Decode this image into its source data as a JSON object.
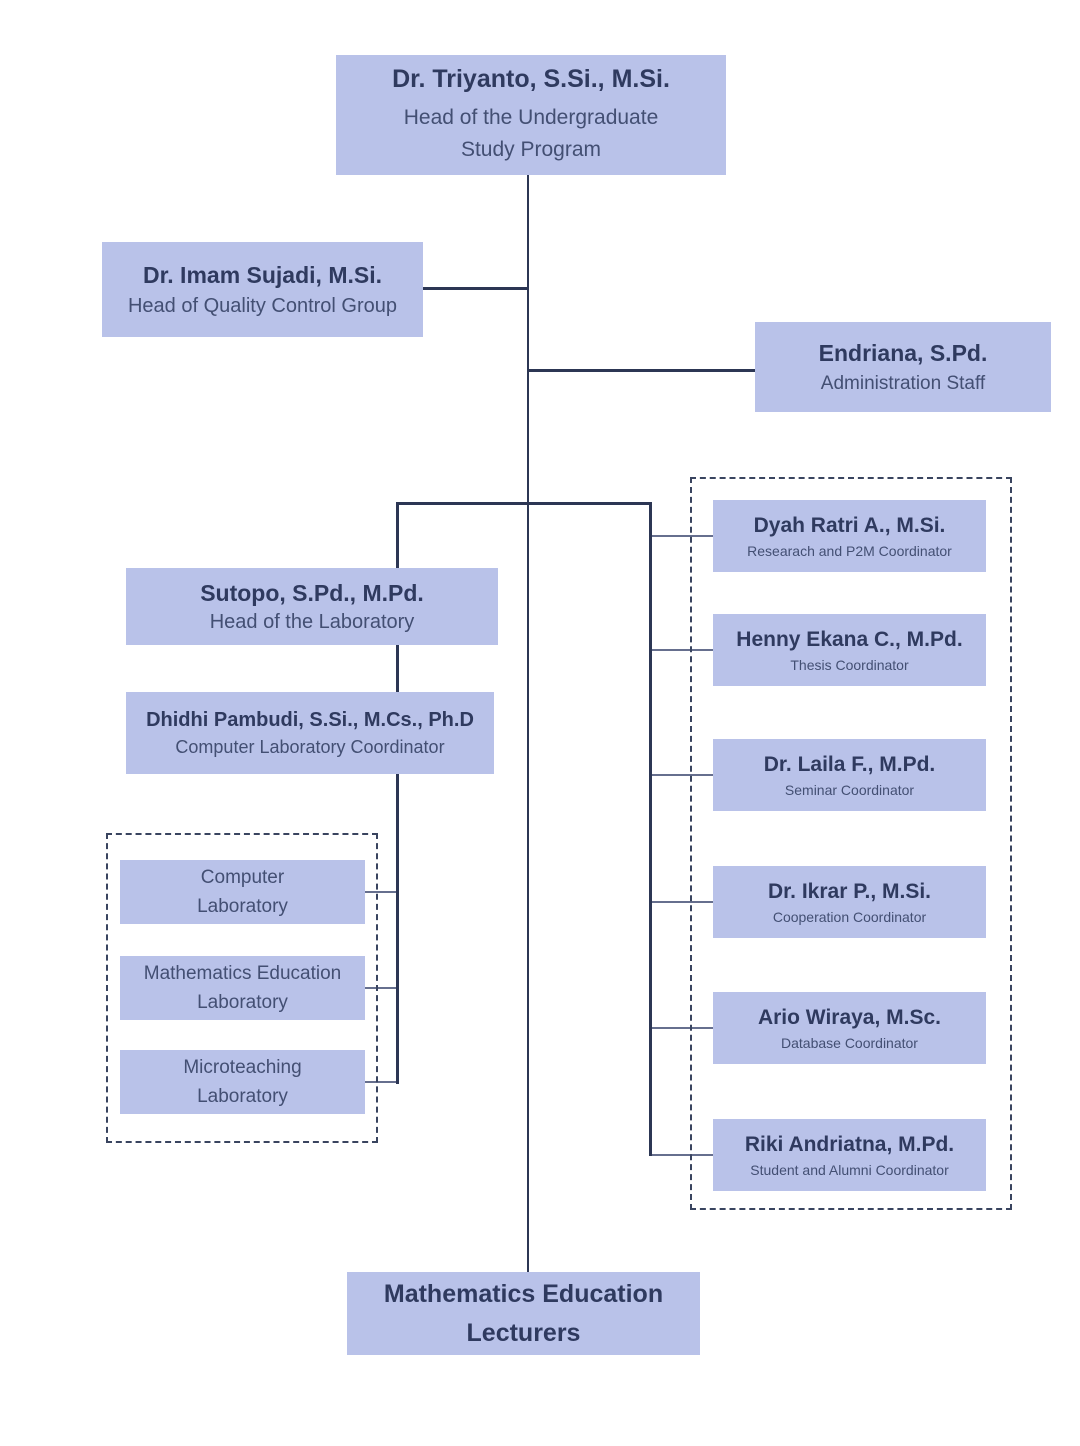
{
  "colors": {
    "box_fill": "#b9c2e9",
    "title_text": "#2f3a5f",
    "subtitle_text": "#434f73",
    "line": "#2c3654",
    "stub_line": "#666f8e",
    "dashed_border": "#39445f",
    "background": "#ffffff"
  },
  "nodes": {
    "head_program": {
      "name": "Dr. Triyanto, S.Si., M.Si.",
      "role": "Head of the Undergraduate Study Program"
    },
    "quality_control": {
      "name": "Dr. Imam Sujadi, M.Si.",
      "role": "Head of Quality Control Group"
    },
    "admin_staff": {
      "name": "Endriana, S.Pd.",
      "role": "Administration Staff"
    },
    "head_laboratory": {
      "name": "Sutopo, S.Pd., M.Pd.",
      "role": "Head of the Laboratory"
    },
    "computer_lab_coordinator": {
      "name": "Dhidhi Pambudi, S.Si., M.Cs., Ph.D",
      "role": "Computer Laboratory Coordinator"
    },
    "lecturers": {
      "name": "Mathematics Education Lecturers"
    }
  },
  "laboratories": [
    {
      "line1": "Computer",
      "line2": "Laboratory"
    },
    {
      "line1": "Mathematics Education",
      "line2": "Laboratory"
    },
    {
      "line1": "Microteaching",
      "line2": "Laboratory"
    }
  ],
  "coordinators": [
    {
      "name": "Dyah Ratri A., M.Si.",
      "role": "Researach and P2M Coordinator"
    },
    {
      "name": "Henny Ekana C., M.Pd.",
      "role": "Thesis Coordinator"
    },
    {
      "name": "Dr. Laila F., M.Pd.",
      "role": "Seminar Coordinator"
    },
    {
      "name": "Dr. Ikrar P., M.Si.",
      "role": "Cooperation Coordinator"
    },
    {
      "name": "Ario Wiraya, M.Sc.",
      "role": "Database Coordinator"
    },
    {
      "name": "Riki Andriatna, M.Pd.",
      "role": "Student and Alumni Coordinator"
    }
  ]
}
